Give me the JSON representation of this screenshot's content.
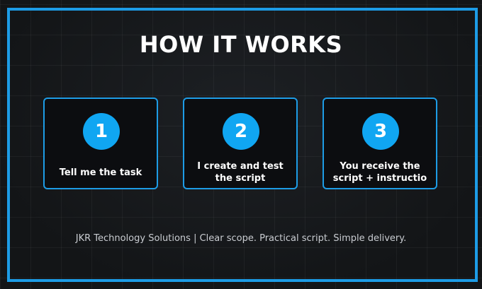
{
  "title": "HOW IT WORKS",
  "steps": [
    {
      "number": "1",
      "text": "Tell me the task"
    },
    {
      "number": "2",
      "text": "I create and test\nthe script"
    },
    {
      "number": "3",
      "text": "You receive the\nscript + instructio"
    }
  ],
  "footer": "JKR Technology Solutions | Clear scope. Practical script. Simple delivery.",
  "colors": {
    "accent": "#1d9ce6",
    "badge": "#10a6f2",
    "background": "#16181c",
    "card": "#0c0d10"
  }
}
